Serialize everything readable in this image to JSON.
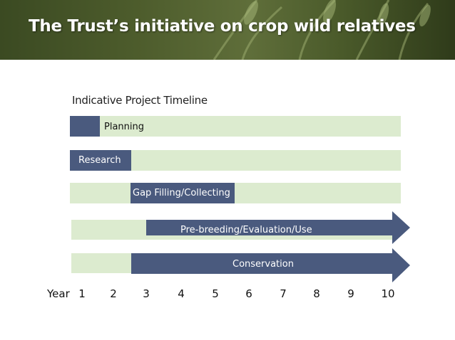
{
  "title": "The Trust’s initiative on crop wild relatives",
  "subtitle": "Indicative Project Timeline",
  "phases": {
    "planning": "Planning",
    "research": "Research",
    "gap": "Gap Filling/Collecting",
    "prebreeding": "Pre-breeding/Evaluation/Use",
    "conservation": "Conservation"
  },
  "axis": {
    "label": "Year",
    "ticks": [
      "1",
      "2",
      "3",
      "4",
      "5",
      "6",
      "7",
      "8",
      "9",
      "10"
    ]
  },
  "colors": {
    "bar": "#4a5a7e",
    "track": "#dcebcf"
  }
}
